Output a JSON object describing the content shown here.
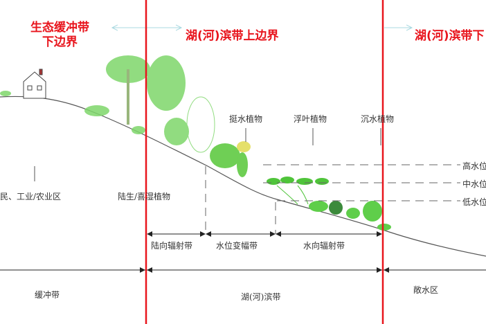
{
  "headings": {
    "buffer_lower": [
      "生态缓冲带",
      "下边界"
    ],
    "lakeshore_upper": "湖(河)滨带上边界",
    "lakeshore_lower": "湖(河)滨带下"
  },
  "plants": {
    "emergent": "挺水植物",
    "floating": "浮叶植物",
    "submerged": "沉水植物",
    "terrestrial": "陆生/喜湿植物"
  },
  "land_use": "民、工业/农业区",
  "water_levels": {
    "high": "高水位",
    "mid": "中水位",
    "low": "低水位"
  },
  "sub_zones": [
    "陆向辐射带",
    "水位变幅带",
    "水向辐射带"
  ],
  "zones": [
    "缓冲带",
    "湖(河)滨带",
    "敞水区"
  ],
  "colors": {
    "boundary": "#e8141c",
    "plants": "#5fce4a",
    "arrow": "#a8d8e0"
  }
}
